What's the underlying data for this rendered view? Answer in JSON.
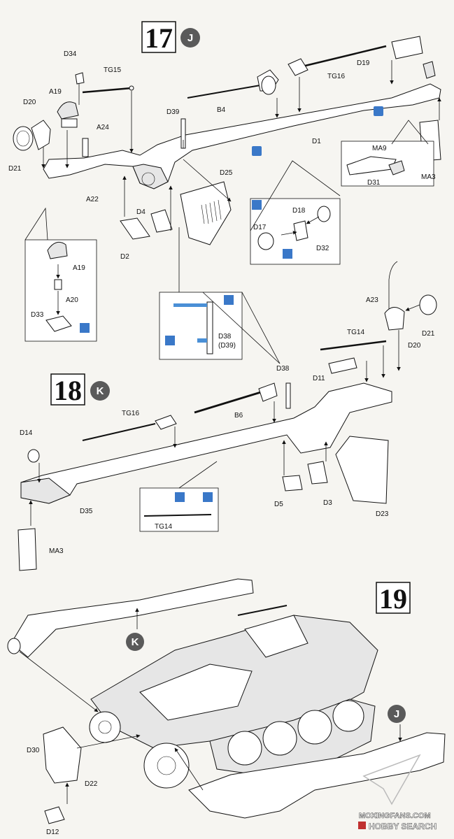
{
  "steps": [
    {
      "number": "17",
      "subassembly": "J"
    },
    {
      "number": "18",
      "subassembly": "K"
    },
    {
      "number": "19"
    }
  ],
  "step19_refs": [
    "K",
    "J"
  ],
  "labels": {
    "s17": [
      "D34",
      "TG15",
      "A19",
      "D20",
      "A24",
      "D21",
      "A22",
      "D39",
      "D4",
      "D2",
      "D25",
      "B4",
      "TG16",
      "D19",
      "D1",
      "MA9",
      "D31",
      "MA3",
      "D18",
      "D17",
      "D32"
    ],
    "inset_a": [
      "A19",
      "A20",
      "D33"
    ],
    "inset_d38": [
      "D38",
      "(D39)"
    ],
    "s18": [
      "A23",
      "D21",
      "TG14",
      "D20",
      "D38",
      "D11",
      "TG16",
      "B6",
      "D14",
      "D35",
      "D5",
      "D3",
      "D23",
      "MA3"
    ],
    "inset_tg14": [
      "TG14"
    ],
    "s19": [
      "D30",
      "D22",
      "D12"
    ]
  },
  "colors": {
    "step_circle": "#5a5a5a",
    "icon_blue": "#3a78c8",
    "glue_blue": "#4a8fd6"
  },
  "watermark": {
    "line1": "MOXINGFANS.COM",
    "line2": "HOBBY SEARCH"
  }
}
